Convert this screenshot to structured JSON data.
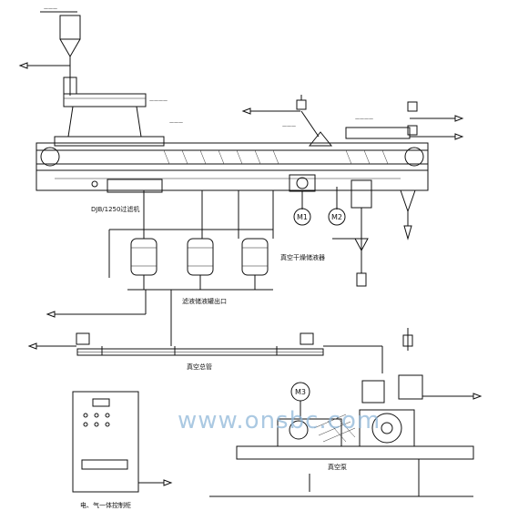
{
  "labels": {
    "filter_model": "DJB/1250过滤机",
    "vacuum_receiver": "真空干燥储液器",
    "filtrate_outlet": "滤液储液罐出口",
    "vacuum_pipe": "真空总管",
    "vacuum_pump": "真空泵",
    "control_cabinet": "电、气一体控制柜"
  },
  "motors": {
    "m1": "M1",
    "m2": "M2",
    "m3": "M3"
  },
  "watermark": "www.onsbc.com"
}
